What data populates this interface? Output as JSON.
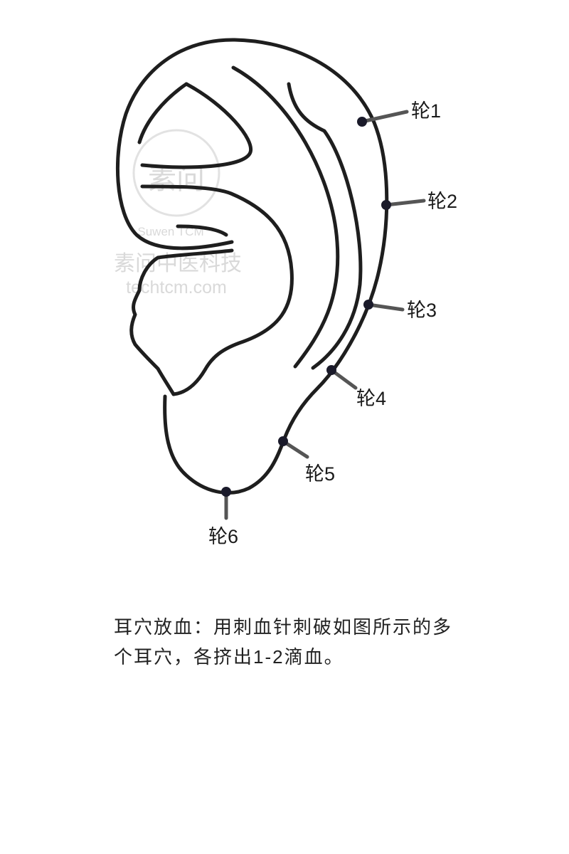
{
  "watermark": {
    "logo_text": "素问",
    "brand": "Suwen TCM",
    "name": "素问中医科技",
    "url": "techtcm.com"
  },
  "diagram": {
    "points": [
      {
        "label": "轮1"
      },
      {
        "label": "轮2"
      },
      {
        "label": "轮3"
      },
      {
        "label": "轮4"
      },
      {
        "label": "轮5"
      },
      {
        "label": "轮6"
      }
    ]
  },
  "caption_lines": [
    "耳穴放血：用刺血针刺破如图所示的多",
    "个耳穴，各挤出1-2滴血。"
  ],
  "colors": {
    "ear_line": "#1e1e1e",
    "point_dot": "#1a1a2a",
    "leader_line": "#555555",
    "watermark": "#d9d9d9"
  }
}
